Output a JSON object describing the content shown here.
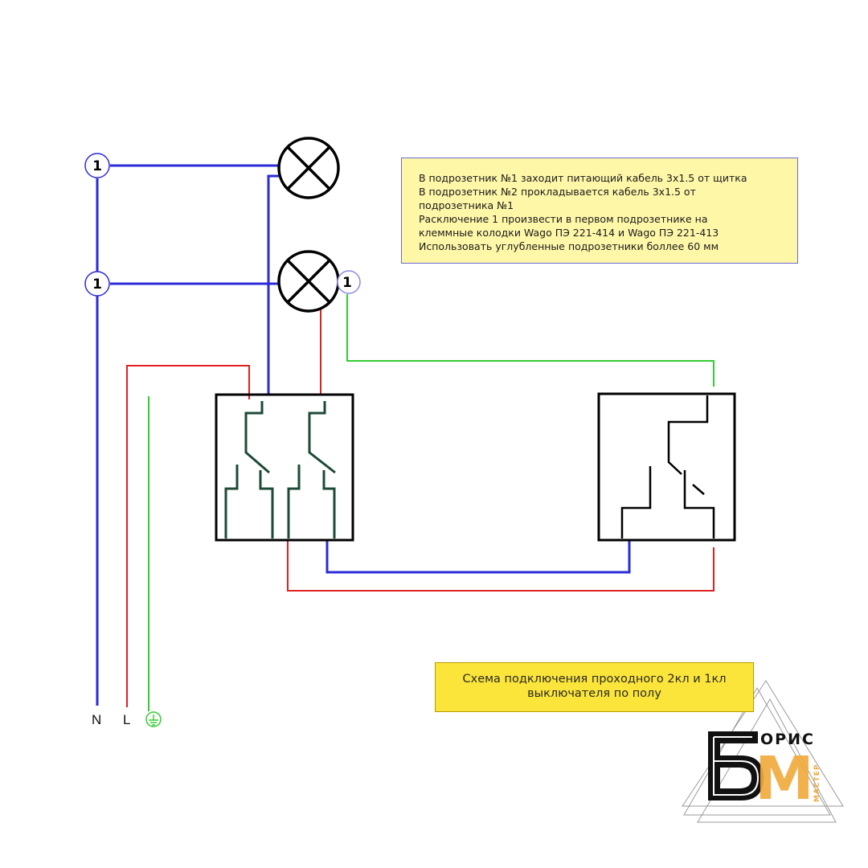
{
  "note": {
    "lines": [
      "В подрозетник №1 заходит питающий кабель 3х1.5 от щитка",
      "В подрозетник №2 прокладывается кабель 3х1.5 от",
      "подрозетника №1",
      "Расключение 1 произвести в  первом подрозетнике на",
      "клеммные колодки Wago ПЭ 221-414 и Wago ПЭ 221-413",
      "Использовать углубленные подрозетники  боллее 60 мм"
    ]
  },
  "caption": {
    "line1": "Схема подключения проходного  2кл и 1кл",
    "line2": "выключателя по полу"
  },
  "wires": {
    "neutral": "N",
    "line": "L"
  },
  "junction_label": "1",
  "logo": {
    "word": "ОРИС",
    "sub": "МАСТЕР",
    "big_letter": "М"
  },
  "colors": {
    "neutral": "#2b2bd8",
    "line": "#e02020",
    "ground": "#33cc33",
    "switch": "#1d4a35",
    "box": "#000000",
    "note_bg": "#fff7a8",
    "caption_bg": "#fbe53a",
    "logo_accent": "#f0a93a"
  },
  "icons": [
    "ground-icon",
    "lamp-icon",
    "junction-node-icon"
  ]
}
